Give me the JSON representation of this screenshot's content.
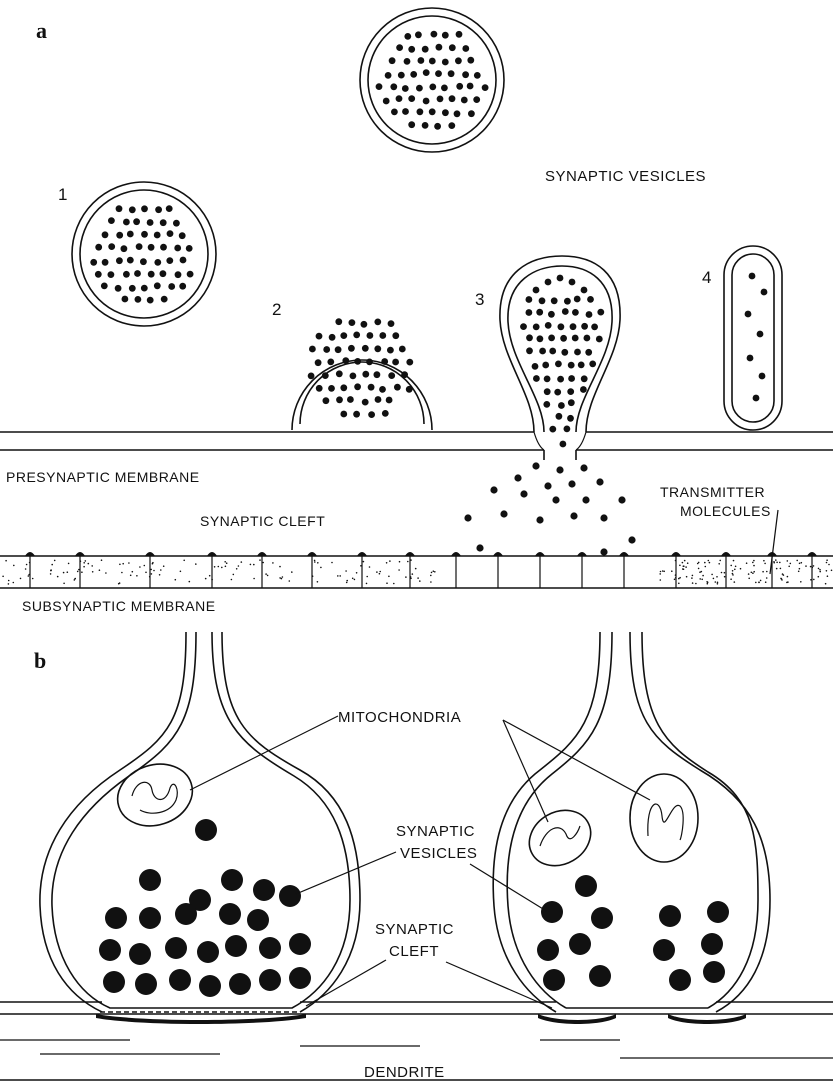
{
  "panel_a": {
    "letter": "a",
    "steps": [
      "1",
      "2",
      "3",
      "4"
    ],
    "labels": {
      "synaptic_vesicles": "SYNAPTIC VESICLES",
      "presynaptic_membrane": "PRESYNAPTIC MEMBRANE",
      "synaptic_cleft": "SYNAPTIC CLEFT",
      "transmitter_line1": "TRANSMITTER",
      "transmitter_line2": "MOLECULES",
      "subsynaptic_membrane": "SUBSYNAPTIC MEMBRANE"
    }
  },
  "panel_b": {
    "letter": "b",
    "labels": {
      "mitochondria": "MITOCHONDRIA",
      "synaptic_vesicles_line1": "SYNAPTIC",
      "synaptic_vesicles_line2": "VESICLES",
      "synaptic_cleft_line1": "SYNAPTIC",
      "synaptic_cleft_line2": "CLEFT",
      "dendrite": "DENDRITE"
    }
  }
}
